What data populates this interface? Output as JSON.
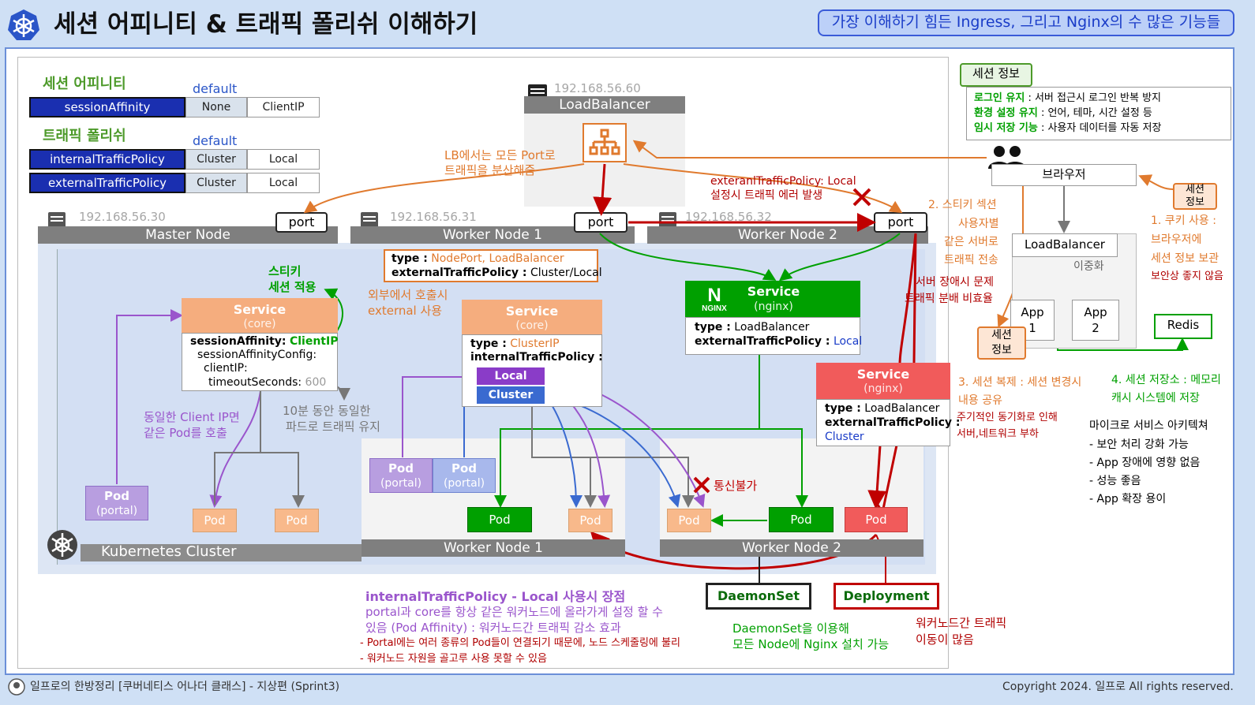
{
  "header": {
    "title": "세션 어피니티 & 트래픽 폴리쉬 이해하기",
    "subtitle": "가장 이해하기 힘든 Ingress, 그리고 Nginx의 수 많은 기능들"
  },
  "settings": {
    "session_affinity_heading": "세션 어피니티",
    "traffic_policy_heading": "트래픽 폴리쉬",
    "default_label": "default",
    "rows": [
      {
        "name": "sessionAffinity",
        "default": "None",
        "other": "ClientIP"
      },
      {
        "name": "internalTrafficPolicy",
        "default": "Cluster",
        "other": "Local"
      },
      {
        "name": "externalTrafficPolicy",
        "default": "Cluster",
        "other": "Local"
      }
    ]
  },
  "loadbalancer": {
    "ip": "192.168.56.60",
    "label": "LoadBalancer"
  },
  "nodes": {
    "master": {
      "ip": "192.168.56.30",
      "label": "Master Node"
    },
    "worker1": {
      "ip": "192.168.56.31",
      "label": "Worker Node 1"
    },
    "worker2": {
      "ip": "192.168.56.32",
      "label": "Worker Node 2"
    }
  },
  "port_label": "port",
  "notes": {
    "lb_distribute_1": "LB에서는 모든 Port로",
    "lb_distribute_2": "트래픽을 분산해줌",
    "ext_local_error_1": "exteranlTrafficPolicy: Local",
    "ext_local_error_2": "설정시 트래픽 에러 발생",
    "sticky_1": "스티키",
    "sticky_2": "세션 적용",
    "external_call_1": "외부에서 호출시",
    "external_call_2": "external 사용",
    "same_ip_1": "동일한 Client IP면",
    "same_ip_2": "같은 Pod를 호출",
    "ten_min_1": "10분 동안 동일한",
    "ten_min_2": "파드로 트래픽 유지",
    "no_comm": "통신불가",
    "server_fail_1": "서버 장애시 문제",
    "server_fail_2": "트래픽 분배 비효율"
  },
  "nodeport_box": {
    "type_label": "type :",
    "type_value": "NodePort, LoadBalancer",
    "etp_label": "externalTrafficPolicy :",
    "etp_value": "Cluster/Local"
  },
  "service_core_left": {
    "title": "Service",
    "subtitle": "(core)",
    "line1_label": "sessionAffinity:",
    "line1_value": "ClientIP",
    "line2": "sessionAffinityConfig:",
    "line3": "clientIP:",
    "line4_label": "timeoutSeconds:",
    "line4_value": "600"
  },
  "service_core_mid": {
    "title": "Service",
    "subtitle": "(core)",
    "type_label": "type :",
    "type_value": "ClusterIP",
    "itp_label": "internalTrafficPolicy :",
    "local": "Local",
    "cluster": "Cluster"
  },
  "service_nginx_green": {
    "title": "Service",
    "subtitle": "(nginx)",
    "type_label": "type :",
    "type_value": "LoadBalancer",
    "etp_label": "externalTrafficPolicy :",
    "etp_value": "Local",
    "logo": "NGINX"
  },
  "service_nginx_red": {
    "title": "Service",
    "subtitle": "(nginx)",
    "type_label": "type :",
    "type_value": "LoadBalancer",
    "etp_label": "externalTrafficPolicy :",
    "etp_value": "Cluster"
  },
  "pods": {
    "pod": "Pod",
    "portal": "(portal)"
  },
  "cluster_label": "Kubernetes Cluster",
  "worker_bars": {
    "w1": "Worker Node 1",
    "w2": "Worker Node 2"
  },
  "daemonset": "DaemonSet",
  "deployment": "Deployment",
  "itp_advantage": {
    "title": "internalTrafficPolicy - Local 사용시 장점",
    "line1": "portal과 core를 항상 같은 워커노드에 올라가게 설정 할 수",
    "line2": "있음 (Pod Affinity) : 워커노드간 트래픽 감소 효과",
    "line3": "- Portal에는 여러 종류의 Pod들이 연결되기 때문에, 노드 스케줄링에 불리",
    "line4": "- 워커노드 자원을 골고루 사용 못할 수 있음"
  },
  "daemonset_note_1": "DaemonSet을 이용해",
  "daemonset_note_2": "모든 Node에 Nginx 설치 가능",
  "deploy_note_1": "워커노드간 트래픽",
  "deploy_note_2": "이동이 많음",
  "session_info": {
    "title": "세션 정보",
    "items": [
      {
        "bold": "로그인 유지",
        "text": " : 서버 접근시 로그인 반복 방지"
      },
      {
        "bold": "환경 설정 유지",
        "text": " : 언어, 테마, 시간 설정 등"
      },
      {
        "bold": "임시 저장 기능",
        "text": " : 사용자 데이터를 자동 저장"
      }
    ]
  },
  "right": {
    "browser": "브라우저",
    "session_tag_1": "세션",
    "session_tag_2": "정보",
    "loadbalancer": "LoadBalancer",
    "redundancy": "이중화",
    "app1_1": "App",
    "app1_2": "1",
    "app2_1": "App",
    "app2_2": "2",
    "redis": "Redis",
    "sticky_title": "2. 스티키 섹션",
    "sticky_l1": "사용자별",
    "sticky_l2": "같은 서버로",
    "sticky_l3": "트래픽 전송",
    "cookie_title": "1. 쿠키 사용 :",
    "cookie_l1": "브라우저에",
    "cookie_l2": "세션 정보 보관",
    "cookie_l3": "보안상 좋지 않음",
    "replicate_title": "3. 세션 복제 : 세션 변경시",
    "replicate_l1": "내용 공유",
    "replicate_l2": "주기적인 동기화로 인해",
    "replicate_l3": "서버,네트워크 부하",
    "store_title": "4. 세션 저장소 : 메모리",
    "store_l1": "캐시 시스템에 저장",
    "msa_title": "마이크로 서비스 아키텍쳐",
    "msa_items": [
      "- 보안 처리 강화 가능",
      "- App 장애에 영향 없음",
      "- 성능 좋음",
      "- App 확장 용이"
    ]
  },
  "footer": {
    "left": "일프로의 한방정리 [쿠버네티스 어나더 클래스] - 지상편 (Sprint3)",
    "right": "Copyright 2024. 일프로 All rights reserved."
  }
}
